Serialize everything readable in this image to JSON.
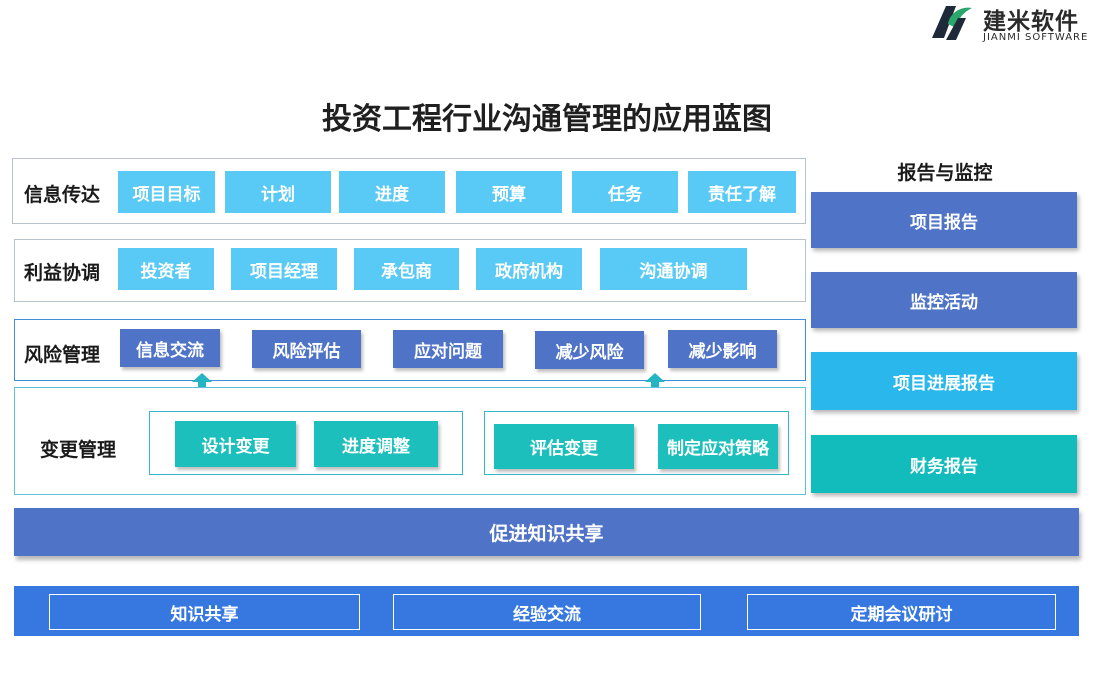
{
  "logo": {
    "name_cn": "建米软件",
    "name_en": "JIANMI SOFTWARE"
  },
  "title": "投资工程行业沟通管理的应用蓝图",
  "rows": {
    "info": {
      "label": "信息传达",
      "items": [
        "项目目标",
        "计划",
        "进度",
        "预算",
        "任务",
        "责任了解"
      ]
    },
    "stake": {
      "label": "利益协调",
      "items": [
        "投资者",
        "项目经理",
        "承包商",
        "政府机构",
        "沟通协调"
      ]
    },
    "risk": {
      "label": "风险管理",
      "items": [
        "信息交流",
        "风险评估",
        "应对问题",
        "减少风险",
        "减少影响"
      ]
    },
    "change": {
      "label": "变更管理",
      "group_a": [
        "设计变更",
        "进度调整"
      ],
      "group_b": [
        "评估变更",
        "制定应对策略"
      ]
    }
  },
  "side": {
    "title": "报告与监控",
    "items": [
      "项目报告",
      "监控活动",
      "项目进展报告",
      "财务报告"
    ]
  },
  "promote": "促进知识共享",
  "bottom": [
    "知识共享",
    "经验交流",
    "定期会议研讨"
  ],
  "colors": {
    "sky": "#59c9f5",
    "blue": "#4f73c7",
    "teal": "#1cbfbb",
    "bar_blue": "#3778e0",
    "frame_blue": "#3f8ed6"
  },
  "icons": {
    "logo": "jianmi-logo-icon",
    "connector": "double-arrow-icon"
  }
}
